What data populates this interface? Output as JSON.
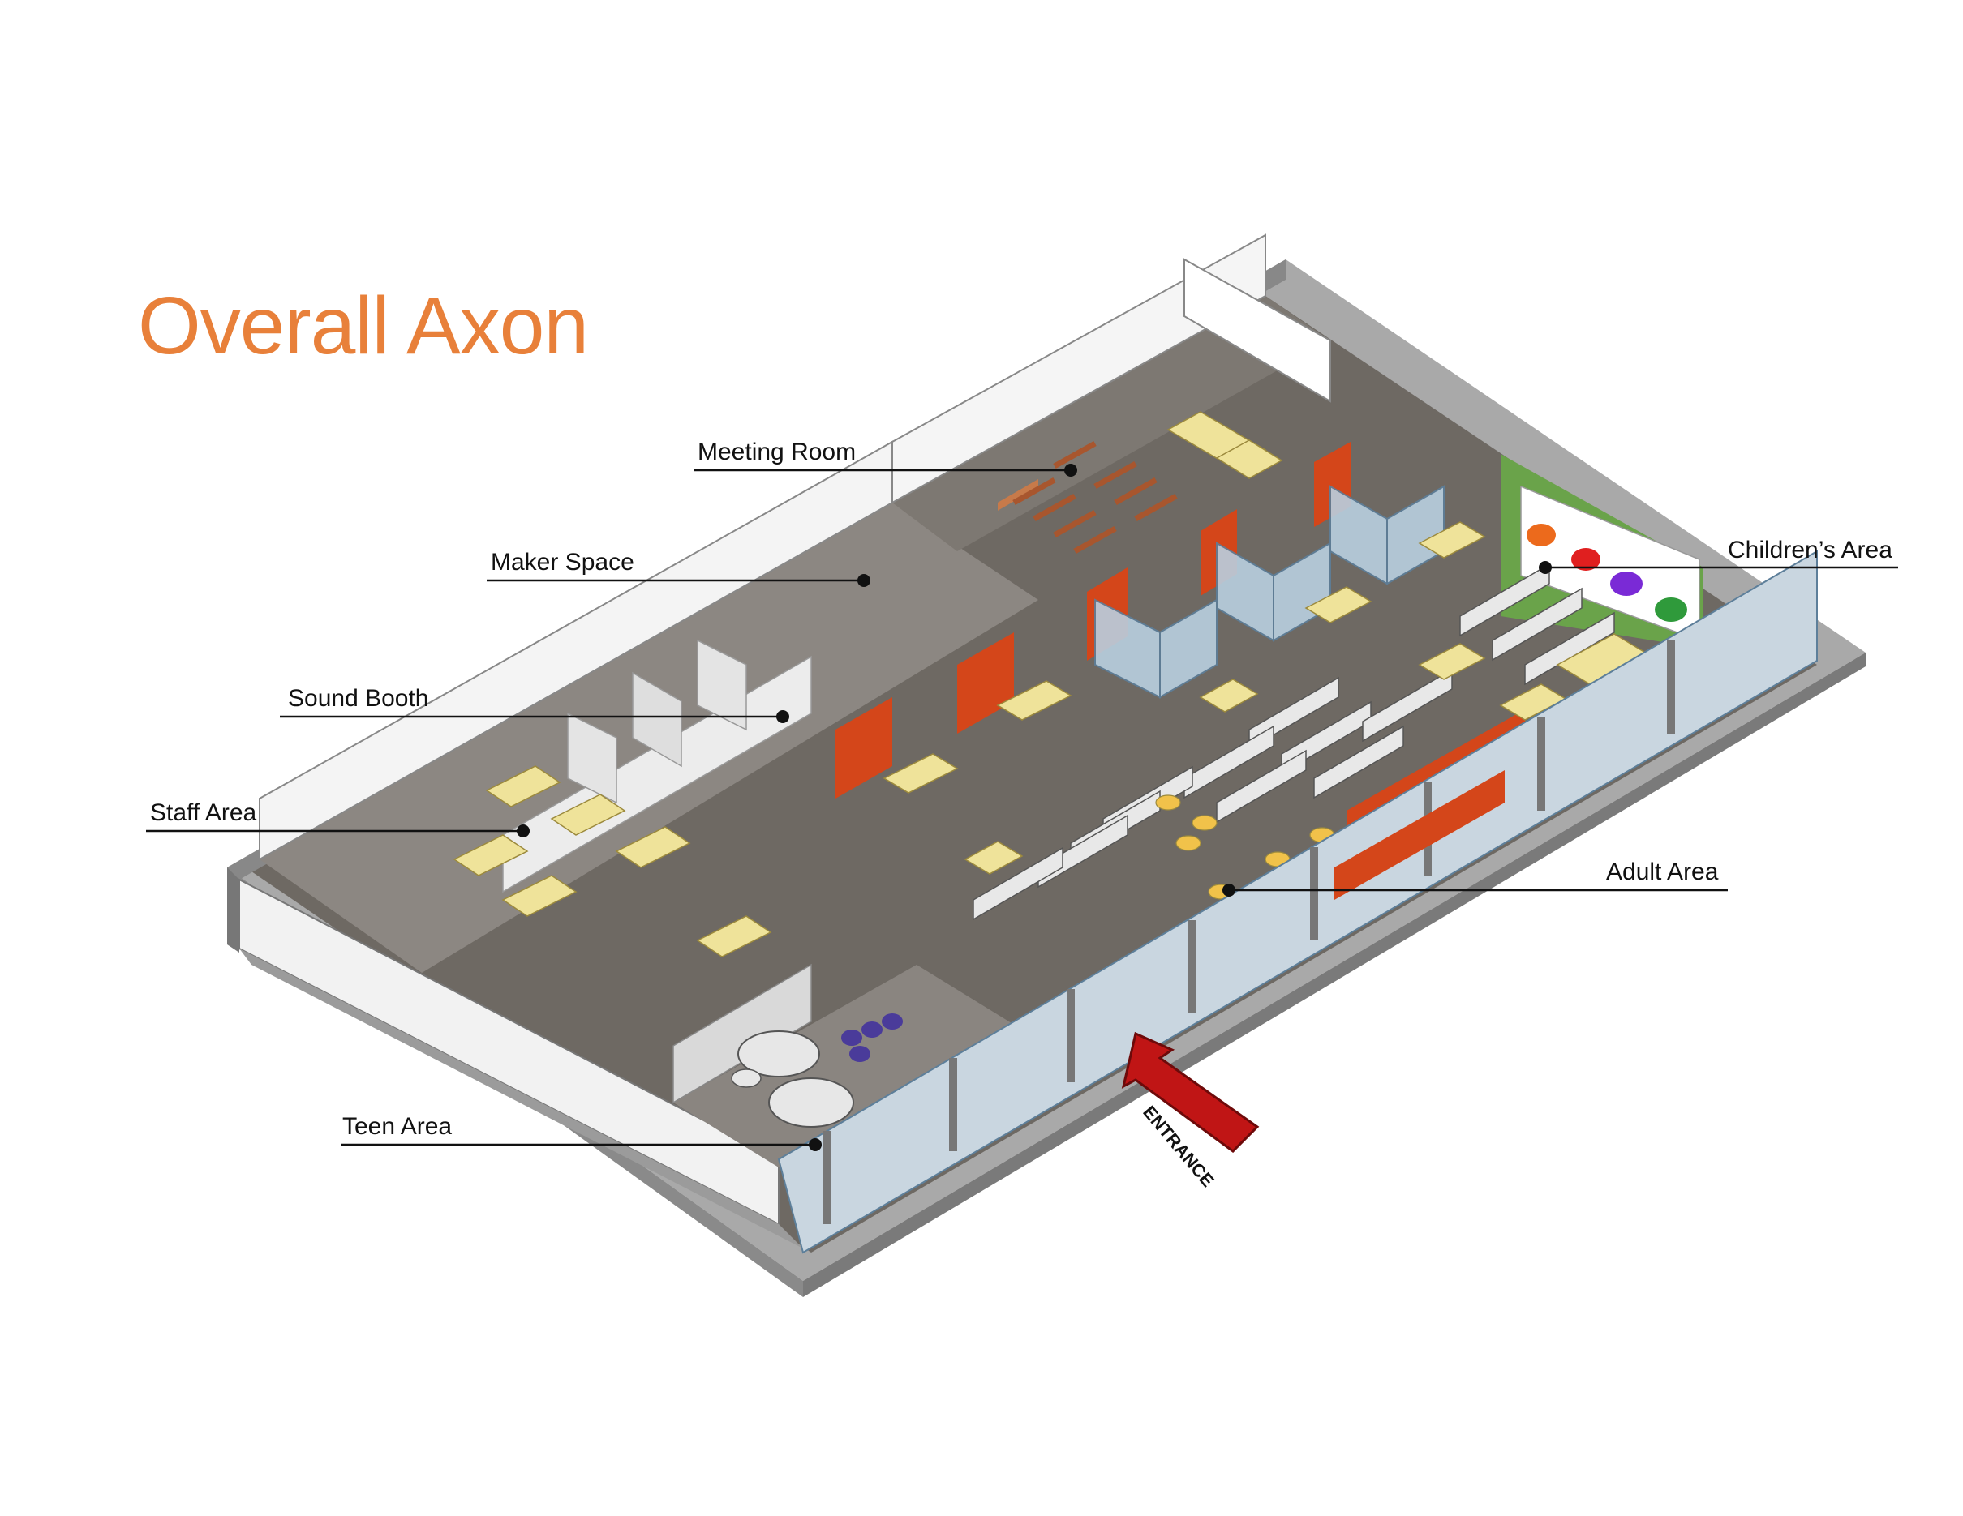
{
  "title": "Overall Axon",
  "colors": {
    "title": "#e8803a",
    "accent_wall": "#d4461a",
    "floor": "#6e6963",
    "wall": "#f2f2f2",
    "entrance_arrow": "#c01515"
  },
  "labels": {
    "meeting_room": "Meeting Room",
    "maker_space": "Maker Space",
    "sound_booth": "Sound Booth",
    "staff_area": "Staff Area",
    "teen_area": "Teen Area",
    "childrens_area": "Children’s Area",
    "adult_area": "Adult  Area",
    "entrance": "ENTRANCE"
  }
}
